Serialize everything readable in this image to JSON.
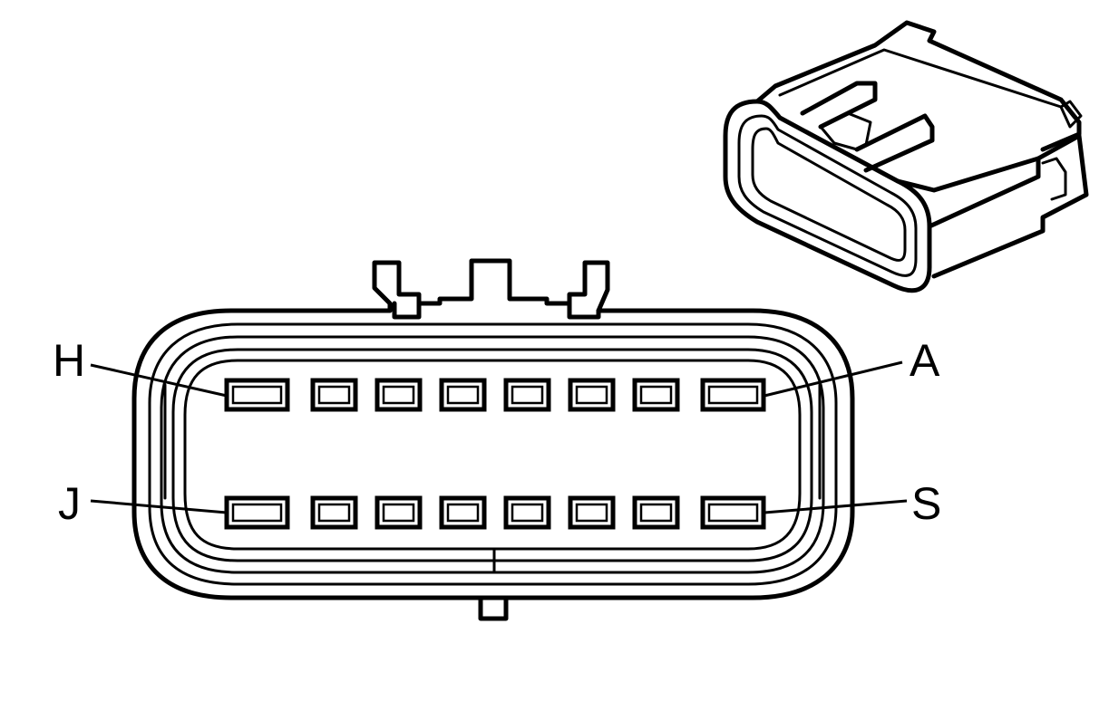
{
  "labels": {
    "top_left": "H",
    "top_right": "A",
    "bottom_left": "J",
    "bottom_right": "S"
  }
}
